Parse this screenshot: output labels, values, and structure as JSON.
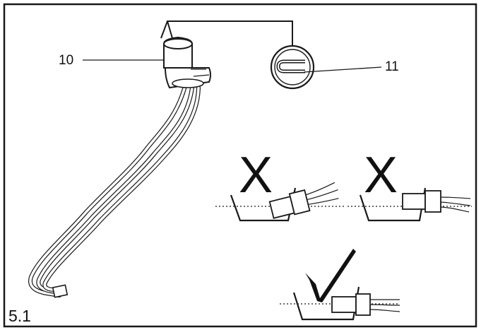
{
  "callouts": {
    "part_10": "10",
    "part_11": "11"
  },
  "figure_number": "5.1",
  "marks": {
    "wrong_1": "X",
    "wrong_2": "X"
  },
  "colors": {
    "line": "#1a1a1a",
    "background": "#ffffff"
  },
  "icons": {
    "wrong": "cross-icon",
    "correct": "check-mark-icon"
  }
}
